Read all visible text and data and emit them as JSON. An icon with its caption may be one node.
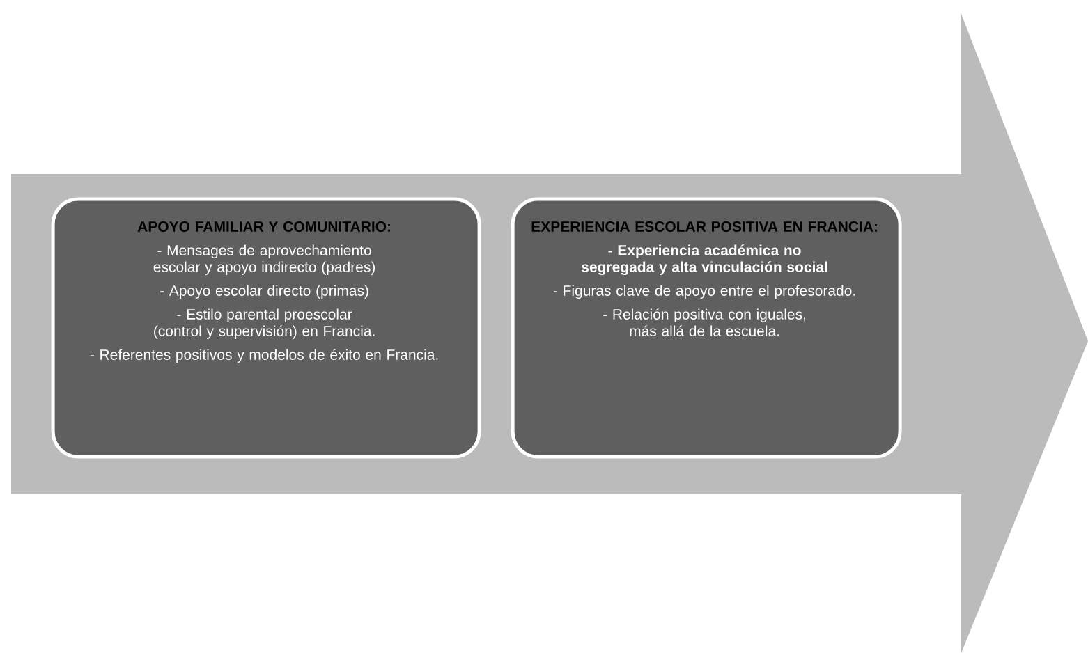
{
  "diagram": {
    "nodes": [
      {
        "text": [],
        "shape": "arrow"
      },
      {
        "text": [
          "APOYO FAMILIAR Y COMUNITARIO:",
          "- Mensages de aprovechamiento escolar y apoyo indirecto (padres)",
          "- Apoyo escolar directo (primas)",
          "- Estilo parental proescolar (control y supervisión) en Francia.",
          "- Referentes positivos  y modelos de éxito en Francia."
        ],
        "in": 0
      },
      {
        "text": [
          "EXPERIENCIA ESCOLAR POSITIVA EN FRANCIA:",
          "- Experiencia académica no segregada y alta vinculación social",
          "- Figuras clave de apoyo entre el profesorado.",
          "- Relación positiva con iguales, más allá de la escuela."
        ],
        "in": 0
      }
    ]
  }
}
